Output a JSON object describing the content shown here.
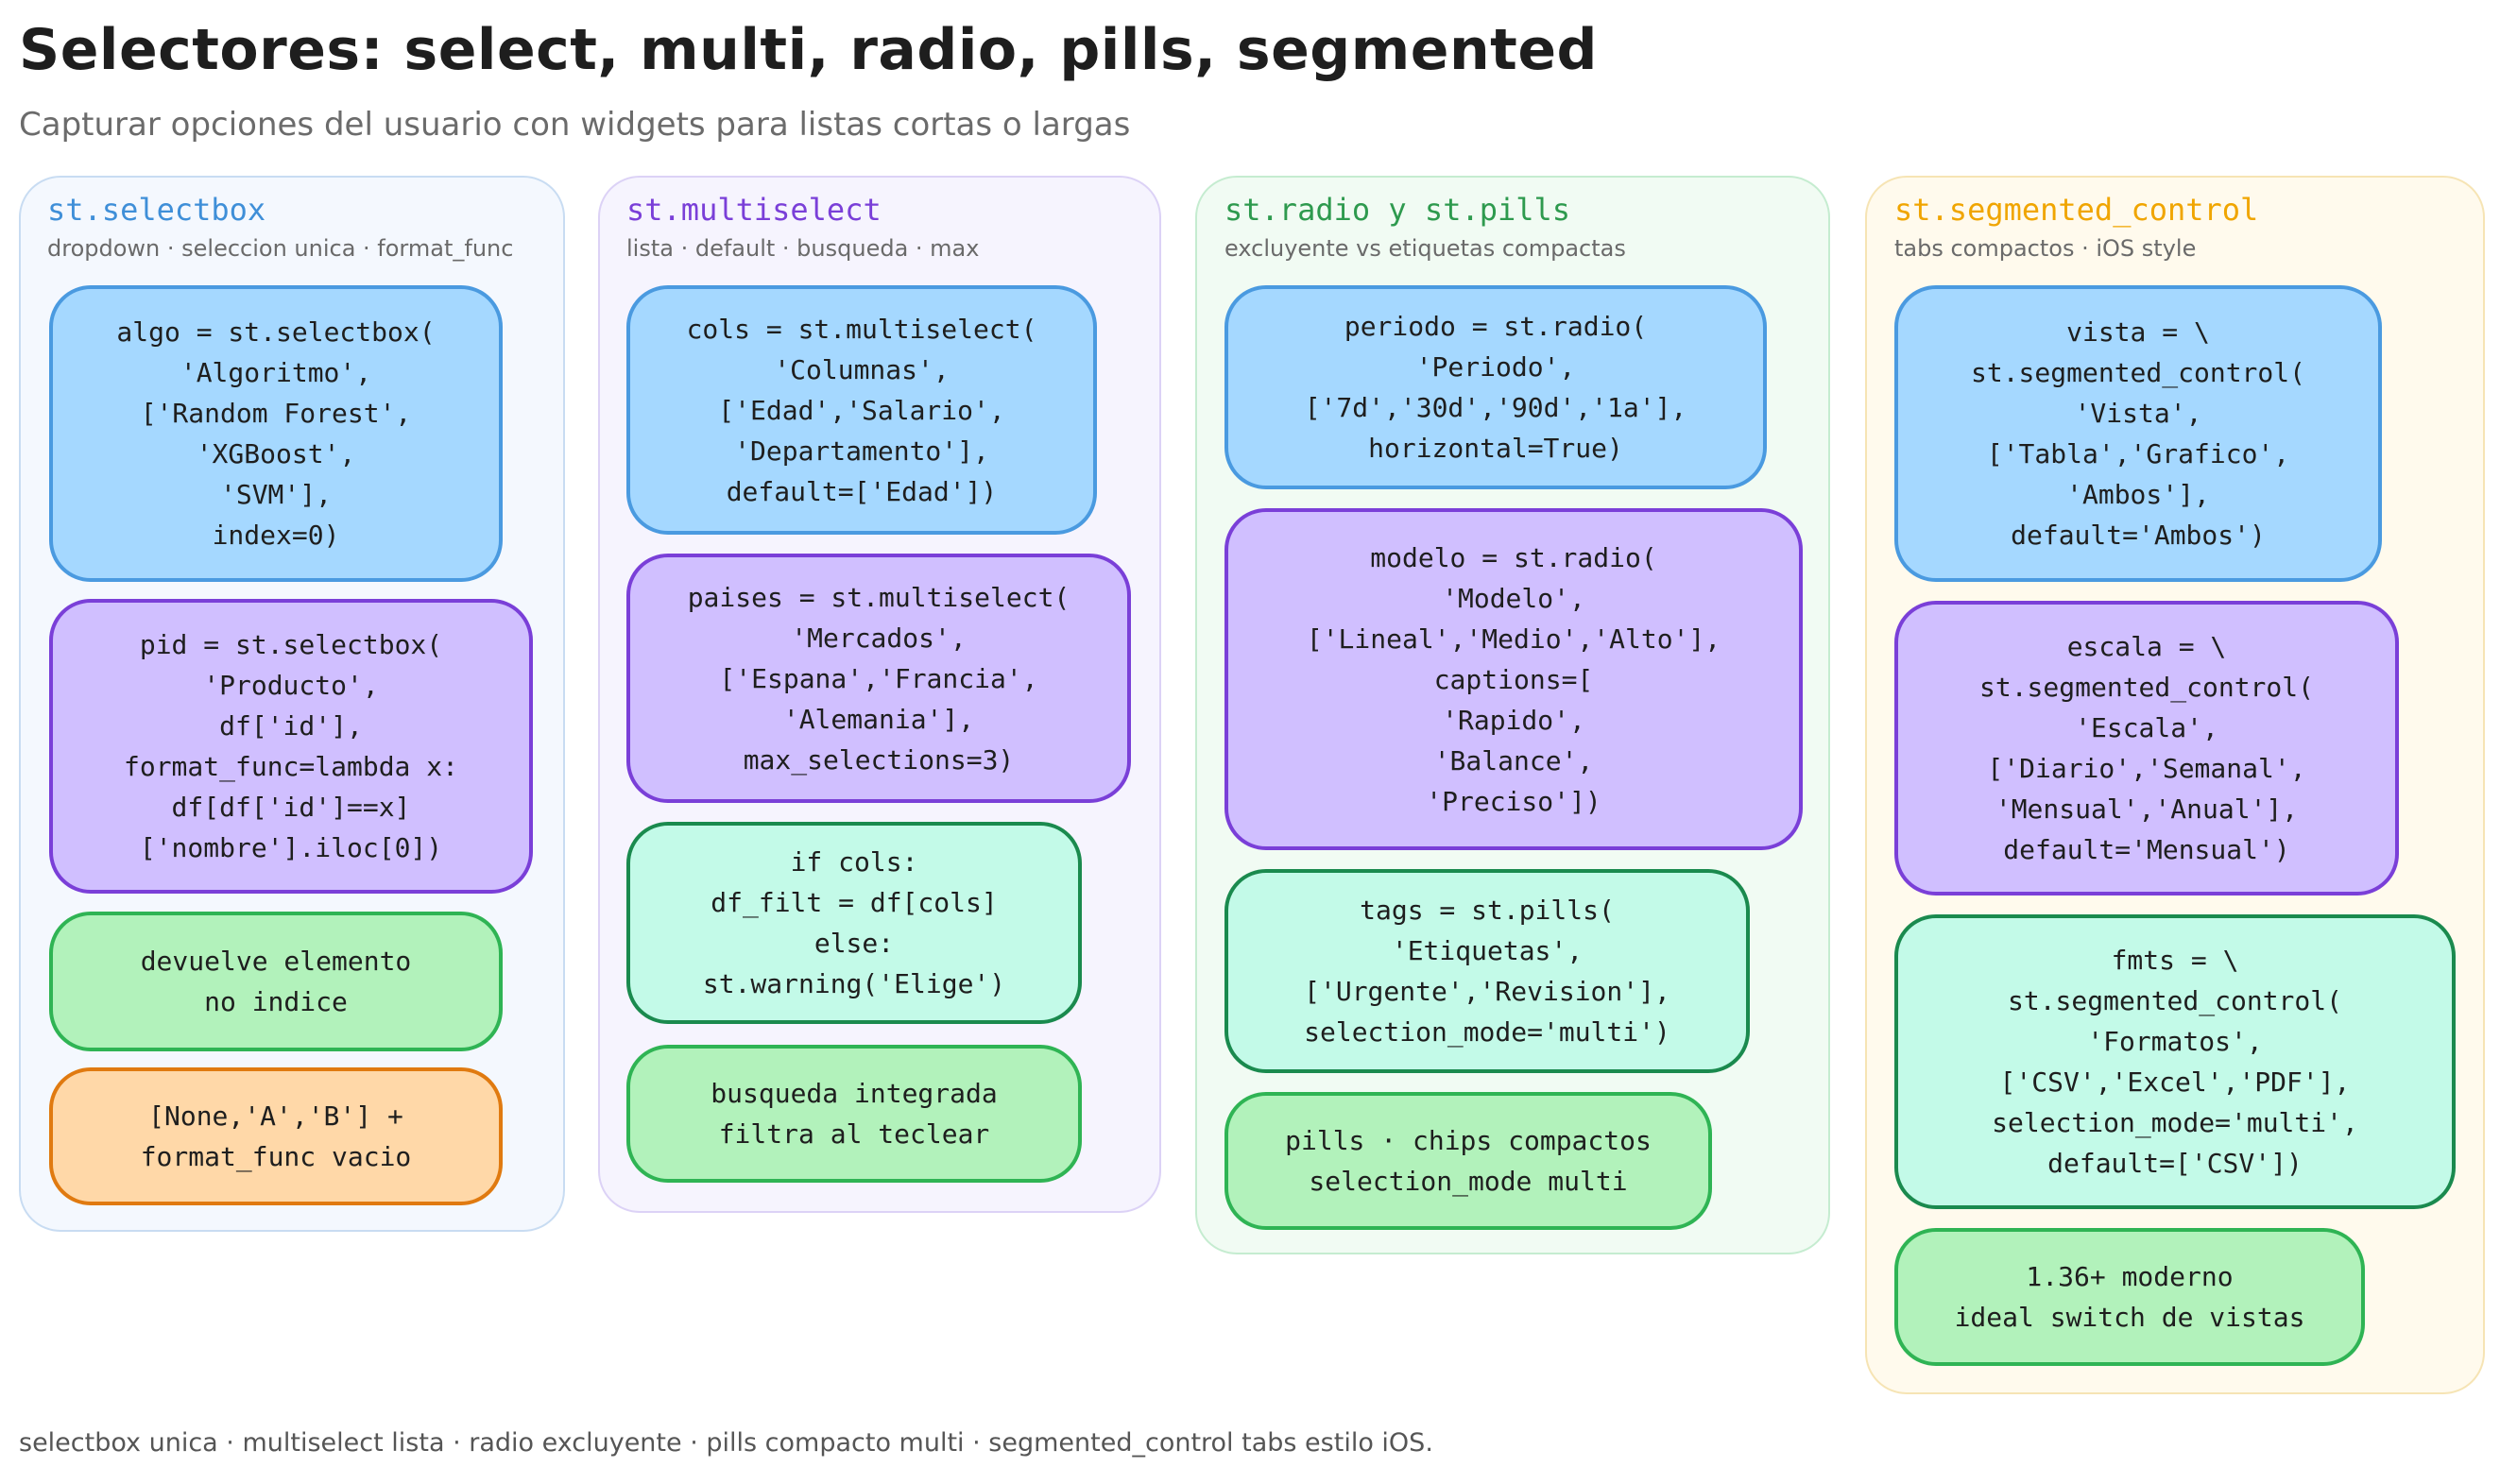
{
  "title": "Selectores: select, multi, radio, pills, segmented",
  "subtitle": "Capturar opciones del usuario con widgets para listas cortas o largas",
  "footer": "selectbox unica · multiselect lista · radio excluyente · pills compacto multi · segmented_control tabs estilo iOS.",
  "colors": {
    "selectbox_accent": "#3f8fd8",
    "multiselect_accent": "#7a3fd8",
    "radio_accent": "#2e9a4e",
    "segmented_accent": "#f0a500"
  },
  "panels": [
    {
      "title": "st.selectbox",
      "subtitle": "dropdown · seleccion unica · format_func",
      "cards": [
        "algo = st.selectbox(\n'Algoritmo',\n['Random Forest',\n'XGBoost',\n'SVM'],\nindex=0)",
        "pid = st.selectbox(\n'Producto',\ndf['id'],\nformat_func=lambda x:\ndf[df['id']==x]\n['nombre'].iloc[0])",
        "devuelve elemento\nno indice",
        "[None,'A','B'] +\nformat_func vacio"
      ]
    },
    {
      "title": "st.multiselect",
      "subtitle": "lista · default · busqueda · max",
      "cards": [
        "cols = st.multiselect(\n'Columnas',\n['Edad','Salario',\n'Departamento'],\ndefault=['Edad'])",
        "paises = st.multiselect(\n'Mercados',\n['Espana','Francia',\n'Alemania'],\nmax_selections=3)",
        "if cols:\ndf_filt = df[cols]\nelse:\nst.warning('Elige')",
        "busqueda integrada\nfiltra al teclear"
      ]
    },
    {
      "title": "st.radio y st.pills",
      "subtitle": "excluyente vs etiquetas compactas",
      "cards": [
        "periodo = st.radio(\n'Periodo',\n['7d','30d','90d','1a'],\nhorizontal=True)",
        "modelo = st.radio(\n'Modelo',\n['Lineal','Medio','Alto'],\ncaptions=[\n'Rapido',\n'Balance',\n'Preciso'])",
        "tags = st.pills(\n'Etiquetas',\n['Urgente','Revision'],\nselection_mode='multi')",
        "pills · chips compactos\nselection_mode multi"
      ]
    },
    {
      "title": "st.segmented_control",
      "subtitle": "tabs compactos · iOS style",
      "cards": [
        "vista = \\\nst.segmented_control(\n'Vista',\n['Tabla','Grafico',\n'Ambos'],\ndefault='Ambos')",
        "escala = \\\nst.segmented_control(\n'Escala',\n['Diario','Semanal',\n'Mensual','Anual'],\ndefault='Mensual')",
        "fmts = \\\nst.segmented_control(\n'Formatos',\n['CSV','Excel','PDF'],\nselection_mode='multi',\ndefault=['CSV'])",
        "1.36+ moderno\nideal switch de vistas"
      ]
    }
  ]
}
